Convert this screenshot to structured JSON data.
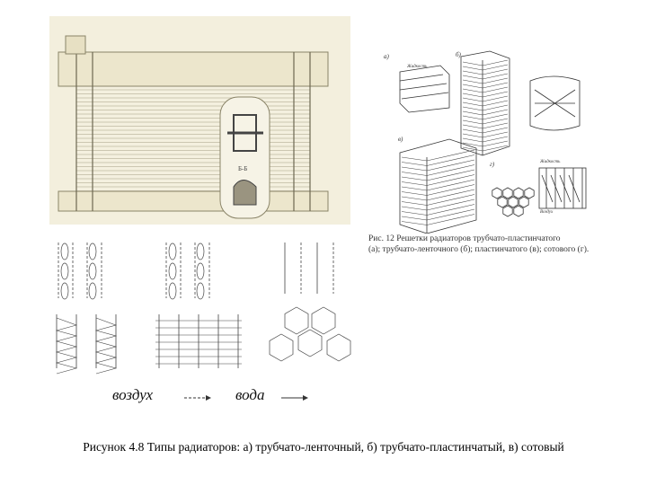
{
  "radiator": {
    "labels": [
      "Б-Б"
    ]
  },
  "lattices": {
    "part_labels": [
      "а)",
      "б)",
      "в)",
      "г)"
    ],
    "direction_labels": [
      "Жидкость",
      "Жидкость",
      "Воздух"
    ]
  },
  "fig12_caption": {
    "line1": "Рис. 12 Решетки радиаторов трубчато-пластинчатого",
    "line2": "(а); трубчато-ленточного (б); пластинчатого (в); сотового (г)."
  },
  "legend": {
    "air_label": "воздух",
    "water_label": "вода"
  },
  "main_caption": "Рисунок 4.8 Типы радиаторов: а) трубчато-ленточный, б) трубчато-пластинчатый, в) сотовый",
  "colors": {
    "sketch_fill": "#f1ecd8",
    "sketch_stroke": "#7a7560",
    "line_dark": "#333333"
  }
}
